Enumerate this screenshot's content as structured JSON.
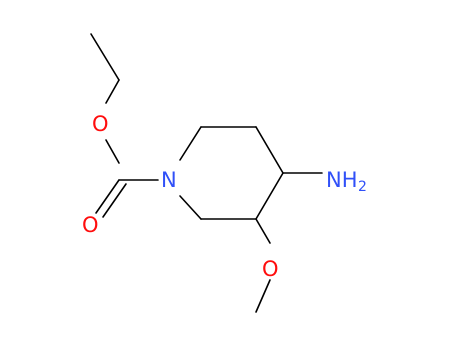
{
  "molecule": {
    "atoms": {
      "oxygen_ester": "O",
      "oxygen_carbonyl": "O",
      "oxygen_methoxy": "O",
      "nitrogen_ring": "N",
      "amine_nh": "NH",
      "amine_subscript": "2"
    },
    "colors": {
      "bond": "#000000",
      "oxygen": "#ff0d0d",
      "nitrogen": "#3050f8"
    }
  }
}
